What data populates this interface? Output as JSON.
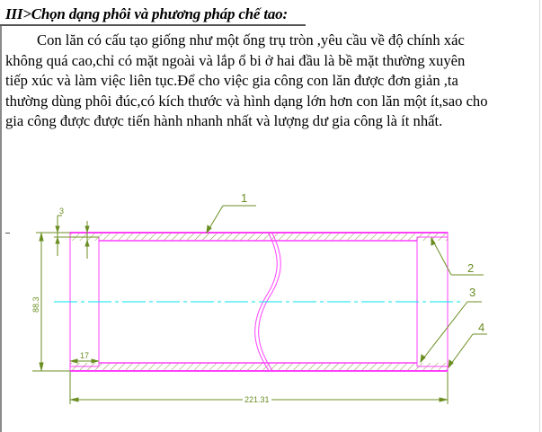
{
  "section": {
    "title": "III>Chọn dạng phôi và phương pháp chế tao:"
  },
  "paragraph": {
    "lines": [
      "Con lăn có cấu tạo giống như một ống trụ tròn ,yêu cầu về độ chính xác",
      "không quá cao,chỉ có mặt ngoài và lắp ổ bi ở hai đầu là bề mặt thường xuyên",
      "tiếp xúc và làm việc liên tục.Để cho việc gia công con lăn được đơn giản ,ta",
      "thường dùng phôi đúc,có kích thước và hình dạng lớn hơn con lăn một ít,sao cho",
      "gia công được được tiến hành nhanh nhất và lượng dư gia công là ít nhất."
    ]
  },
  "drawing": {
    "colors": {
      "outline": "#ff40ff",
      "hatch": "#8a9a3a",
      "dimension": "#6b8e23",
      "centerline": "#00e5ee"
    },
    "dimensions": {
      "wall_thickness": "3",
      "diameter": "88.3",
      "bore_depth": "17",
      "length": "221.31"
    },
    "callouts": [
      "1",
      "2",
      "3",
      "4"
    ]
  }
}
